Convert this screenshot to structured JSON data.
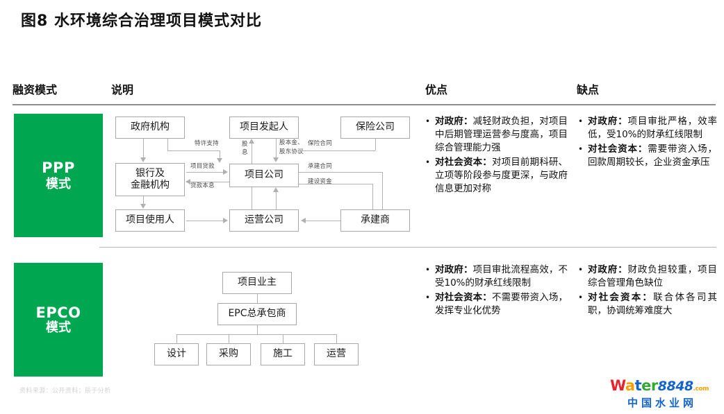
{
  "title": "图8  水环境综合治理项目模式对比",
  "headers": {
    "mode": "融资模式",
    "description": "说明",
    "pros": "优点",
    "cons": "缺点"
  },
  "rows": [
    {
      "badge": {
        "en": "PPP",
        "cn": "模式"
      },
      "diagram": {
        "type": "ppp-flow",
        "nodes": [
          {
            "id": "gov",
            "label": "政府机构"
          },
          {
            "id": "sponsor",
            "label": "项目发起人"
          },
          {
            "id": "insurance",
            "label": "保险公司"
          },
          {
            "id": "bank",
            "label": "银行及\n金融机构",
            "line1": "银行及",
            "line2": "金融机构"
          },
          {
            "id": "spv",
            "label": "项目公司"
          },
          {
            "id": "user",
            "label": "项目使用人"
          },
          {
            "id": "operator",
            "label": "运营公司"
          },
          {
            "id": "contractor",
            "label": "承建商"
          }
        ],
        "edge_labels": [
          {
            "id": "concession",
            "text": "特许支持"
          },
          {
            "id": "dividend-l1",
            "text": "股"
          },
          {
            "id": "dividend-l2",
            "text": "息"
          },
          {
            "id": "equity-l1",
            "text": "股本金、"
          },
          {
            "id": "equity-l2",
            "text": "股东协议"
          },
          {
            "id": "insurance-contract",
            "text": "保险合同"
          },
          {
            "id": "project-loan",
            "text": "项目贷款"
          },
          {
            "id": "loan-repayment",
            "text": "贷款本息"
          },
          {
            "id": "build-contract",
            "text": "承建合同"
          },
          {
            "id": "build-funds",
            "text": "建设资金"
          }
        ]
      },
      "pros": [
        {
          "lead": "对政府：",
          "text": "减轻财政负担，对项目中后期管理运营参与度高，项目综合管理能力强"
        },
        {
          "lead": "对社会资本：",
          "text": "对项目前期科研、立项等阶段参与度更深，与政府信息更加对称"
        }
      ],
      "cons": [
        {
          "lead": "对政府：",
          "text": "项目审批严格，效率低，受10%的财承红线限制"
        },
        {
          "lead": "对社会资本：",
          "text": "需要带资入场，回款周期较长，企业资金承压"
        }
      ]
    },
    {
      "badge": {
        "en": "EPCO",
        "cn": "模式"
      },
      "diagram": {
        "type": "epco-tree",
        "nodes": [
          {
            "id": "owner",
            "label": "项目业主"
          },
          {
            "id": "epc",
            "label": "EPC总承包商"
          },
          {
            "id": "design",
            "label": "设计"
          },
          {
            "id": "procure",
            "label": "采购"
          },
          {
            "id": "construct",
            "label": "施工"
          },
          {
            "id": "operate",
            "label": "运营"
          }
        ]
      },
      "pros": [
        {
          "lead": "对政府：",
          "text": "项目审批流程高效，不受10%的财承红线限制"
        },
        {
          "lead": "对社会资本：",
          "text": "不需要带资入场，发挥专业化优势"
        }
      ],
      "cons": [
        {
          "lead": "对政府：",
          "text": "财政负担较重，项目综合管理角色缺位"
        },
        {
          "lead": "对社会资本：",
          "text": "联合体各司其职，协调统筹难度大"
        }
      ]
    }
  ],
  "source": "资料来源：公开资料；辰于分析",
  "logo": {
    "letters": [
      "W",
      "a",
      "t",
      "e",
      "r"
    ],
    "number": "8848",
    "tld": ".com",
    "cn": "中国水业网"
  },
  "colors": {
    "accent_green": "#00a650",
    "logo_red": "#e8232a",
    "logo_orange": "#f5a000",
    "logo_blue": "#1565c8",
    "logo_green": "#35a735"
  }
}
